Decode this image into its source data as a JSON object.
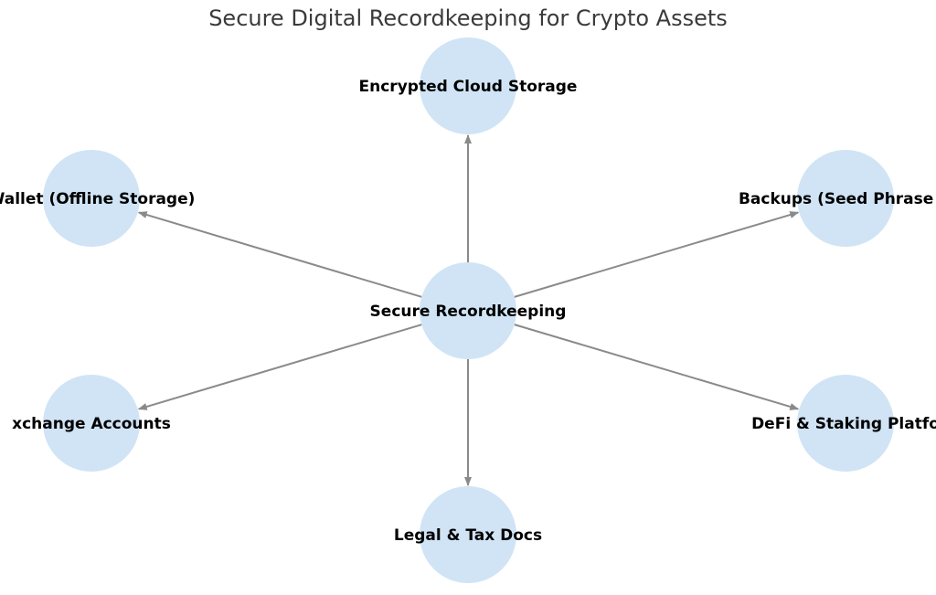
{
  "title": "Secure Digital Recordkeeping for Crypto Assets",
  "colors": {
    "node_fill": "#d0e4f5",
    "edge": "#8a8a8a",
    "text": "#000000"
  },
  "center": {
    "label": "Secure Recordkeeping"
  },
  "nodes": [
    {
      "id": "cloud",
      "label": "Encrypted Cloud Storage"
    },
    {
      "id": "backups",
      "label": "Backups (Seed Phrase &"
    },
    {
      "id": "defi",
      "label": "DeFi & Staking Platfo"
    },
    {
      "id": "legal",
      "label": "Legal & Tax Docs"
    },
    {
      "id": "exchange",
      "label": "xchange Accounts"
    },
    {
      "id": "wallet",
      "label": "Wallet (Offline Storage)"
    }
  ]
}
